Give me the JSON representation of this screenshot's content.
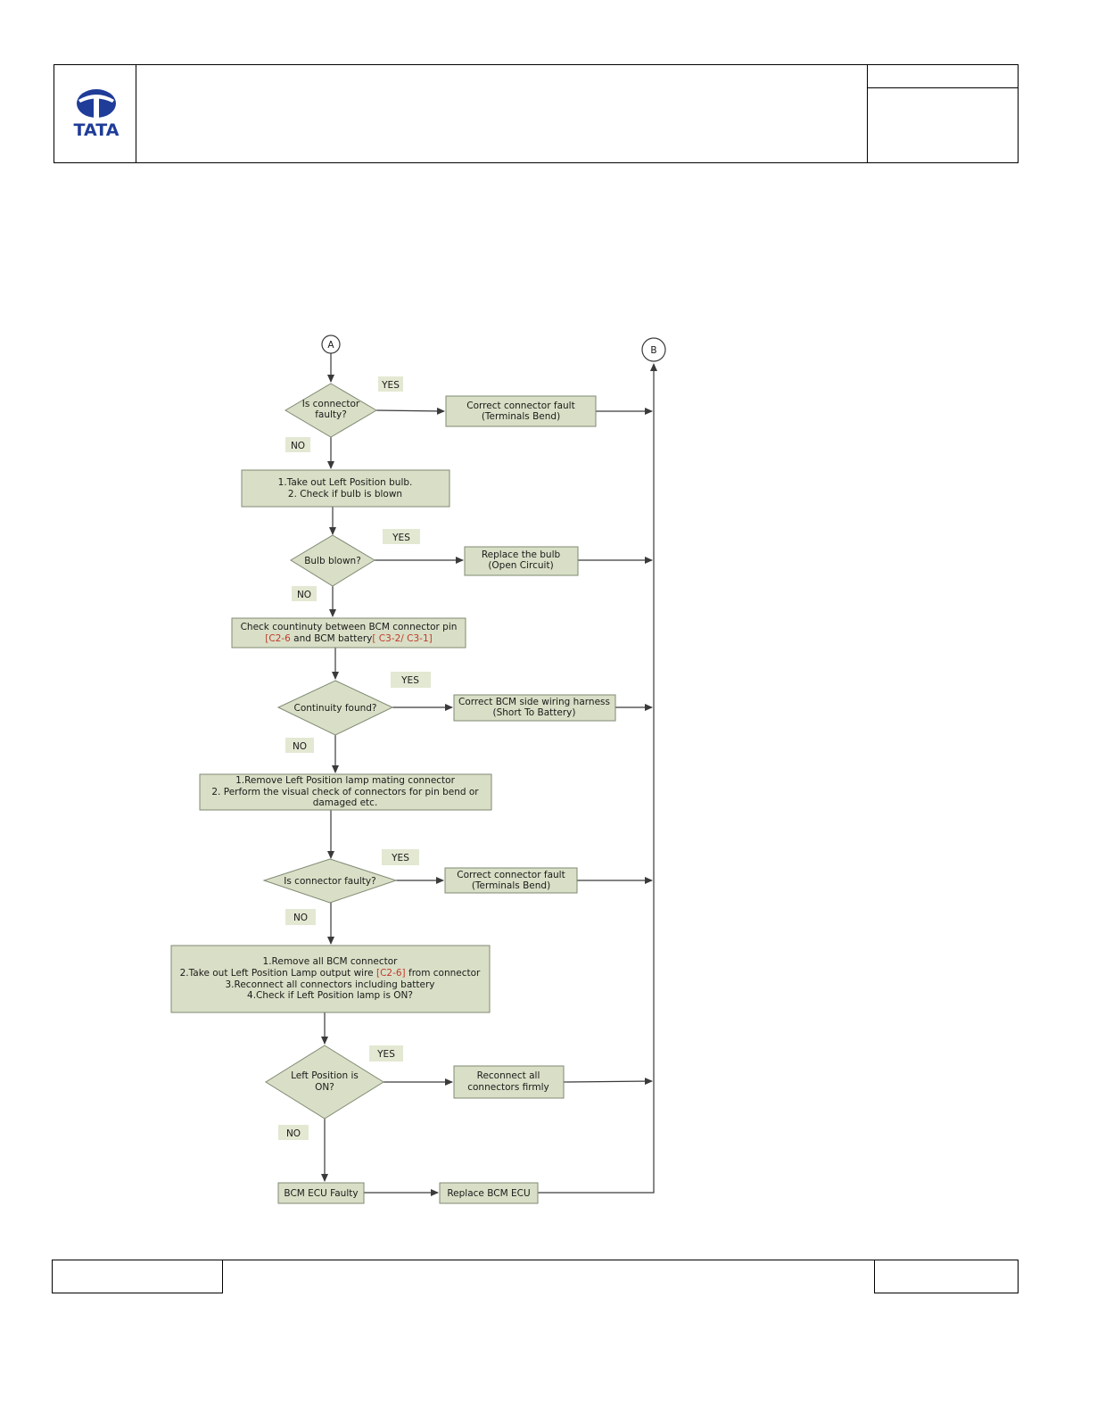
{
  "header": {
    "logo_text": "TATA",
    "brand_color": "#1f3c99"
  },
  "flow": {
    "connectors": {
      "start": "A",
      "end": "B"
    },
    "decisions": {
      "d1": {
        "line1": "Is connector",
        "line2": "faulty?"
      },
      "d2": {
        "line1": "Bulb blown?"
      },
      "d3": {
        "line1": "Continuity found?"
      },
      "d4": {
        "line1": "Is connector faulty?"
      },
      "d5": {
        "line1": "Left Position  is",
        "line2": "ON?"
      }
    },
    "actions": {
      "a1": {
        "line1": "Correct connector fault",
        "line2": "(Terminals Bend)"
      },
      "a2": {
        "line1": "Replace the bulb",
        "line2": "(Open Circuit)"
      },
      "a3": {
        "line1": "Correct BCM side wiring harness",
        "line2": "(Short To Battery)"
      },
      "a4": {
        "line1": "Correct connector fault",
        "line2": "(Terminals Bend)"
      },
      "a5": {
        "line1": "Reconnect all",
        "line2": "connectors firmly"
      },
      "a6": {
        "line1": "Replace BCM  ECU"
      }
    },
    "steps": {
      "s1": {
        "line1": "1.Take out Left Position bulb.",
        "line2": "2. Check if bulb is blown"
      },
      "s2": {
        "line1": "Check countinuty between BCM connector pin",
        "pin_a": "[C2-6",
        "mid": " and BCM battery",
        "pin_b": "[ C3-2/ C3-1]"
      },
      "s3": {
        "line1": "1.Remove Left Position lamp mating connector",
        "line2": "2. Perform the visual check of connectors for pin bend or",
        "line3": "damaged etc."
      },
      "s4": {
        "line1": "1.Remove all BCM connector",
        "line2_a": "2.Take out Left Position Lamp  output wire  ",
        "line2_pin": "[C2-6]",
        "line2_b": " from connector",
        "line3": "3.Reconnect all connectors including battery",
        "line4": "4.Check if Left Position lamp  is ON?"
      },
      "s5": {
        "line1": "BCM ECU Faulty"
      }
    },
    "labels": {
      "yes": "YES",
      "no": "NO"
    }
  }
}
